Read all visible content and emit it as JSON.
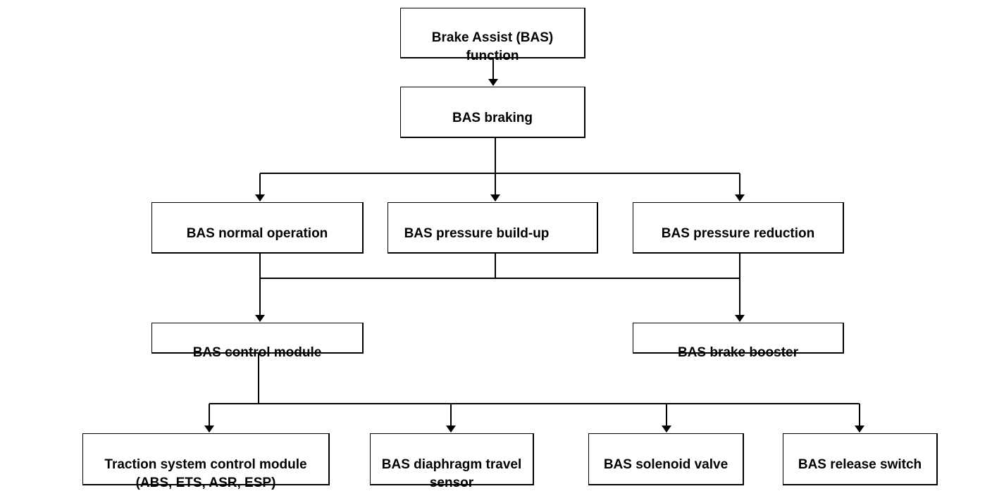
{
  "diagram": {
    "nodes": {
      "bas_function": "Brake Assist (BAS)\nfunction",
      "bas_braking": "BAS braking",
      "normal_operation": "BAS normal operation",
      "pressure_buildup": "BAS pressure build-up",
      "pressure_reduction": "BAS pressure reduction",
      "control_module": "BAS control module",
      "brake_booster": "BAS brake booster",
      "traction_module": "Traction system control module\n(ABS, ETS, ASR, ESP)",
      "diaphragm_sensor": "BAS diaphragm travel\nsensor",
      "solenoid_valve": "BAS solenoid valve",
      "release_switch": "BAS release switch"
    },
    "edges": [
      {
        "from": "bas_function",
        "to": "bas_braking"
      },
      {
        "from": "bas_braking",
        "to": "normal_operation"
      },
      {
        "from": "bas_braking",
        "to": "pressure_buildup"
      },
      {
        "from": "bas_braking",
        "to": "pressure_reduction"
      },
      {
        "from": "normal_operation",
        "to": "control_module"
      },
      {
        "from": "pressure_buildup",
        "to": "control_module"
      },
      {
        "from": "pressure_reduction",
        "to": "control_module"
      },
      {
        "from": "normal_operation",
        "to": "brake_booster"
      },
      {
        "from": "pressure_buildup",
        "to": "brake_booster"
      },
      {
        "from": "pressure_reduction",
        "to": "brake_booster"
      },
      {
        "from": "control_module",
        "to": "traction_module"
      },
      {
        "from": "control_module",
        "to": "diaphragm_sensor"
      },
      {
        "from": "control_module",
        "to": "solenoid_valve"
      },
      {
        "from": "control_module",
        "to": "release_switch"
      }
    ]
  }
}
